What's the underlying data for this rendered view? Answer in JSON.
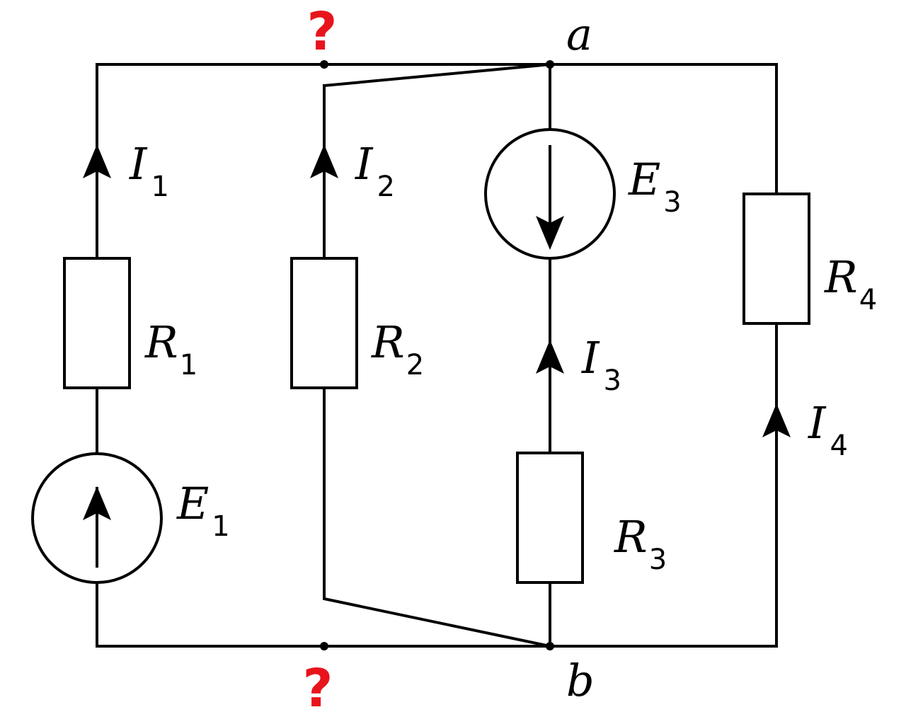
{
  "colors": {
    "line": "#000000",
    "mark": "#e8141c",
    "background": "#ffffff"
  },
  "nodes": {
    "a": "a",
    "b": "b"
  },
  "branches": [
    {
      "current": {
        "letter": "I",
        "sub": "1"
      },
      "resistor": {
        "letter": "R",
        "sub": "1"
      },
      "source": {
        "letter": "E",
        "sub": "1"
      }
    },
    {
      "current": {
        "letter": "I",
        "sub": "2"
      },
      "resistor": {
        "letter": "R",
        "sub": "2"
      }
    },
    {
      "current": {
        "letter": "I",
        "sub": "3"
      },
      "resistor": {
        "letter": "R",
        "sub": "3"
      },
      "source": {
        "letter": "E",
        "sub": "3"
      }
    },
    {
      "current": {
        "letter": "I",
        "sub": "4"
      },
      "resistor": {
        "letter": "R",
        "sub": "4"
      }
    }
  ],
  "marks": {
    "top": "?",
    "bottom": "?"
  }
}
